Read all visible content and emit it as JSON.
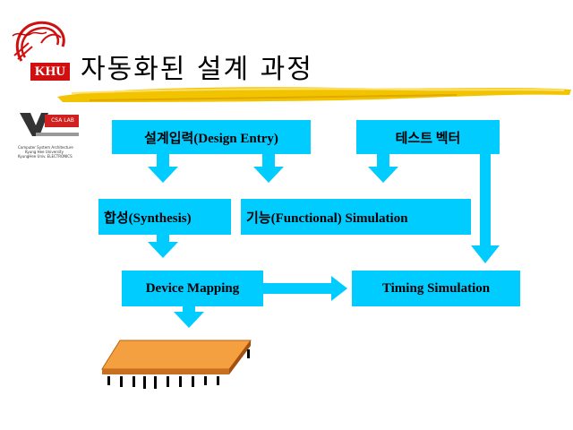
{
  "slide": {
    "title": "자동화된 설계 과정",
    "logo_text": "KHU",
    "lab_badge": "CSA LAB",
    "lab_lines": [
      "Computer System Architecture",
      "Kyung Hee University",
      "KyungHee Univ. ELECTRONICS"
    ],
    "brush_color": "#f2c400",
    "box_color": "#00ccff",
    "boxes": {
      "design_entry": "설계입력(Design Entry)",
      "test_vector": "테스트 벡터",
      "synthesis": "합성(Synthesis)",
      "functional_simulation": "기능(Functional) Simulation",
      "device_mapping": "Device Mapping",
      "timing_simulation": "Timing Simulation"
    }
  }
}
